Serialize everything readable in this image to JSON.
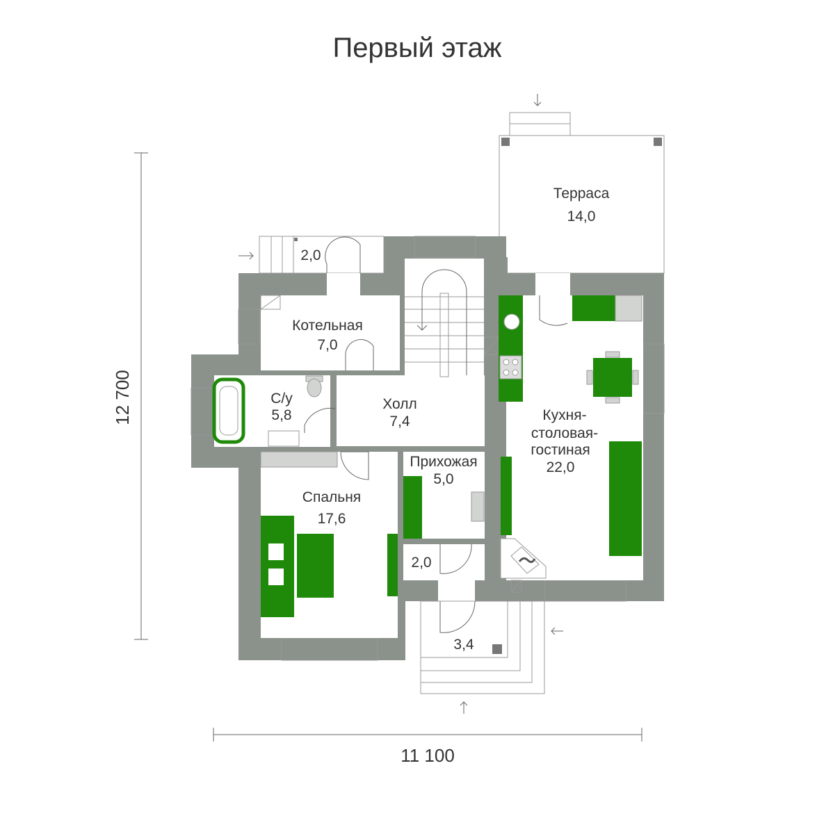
{
  "title": "Первый этаж",
  "dimensions": {
    "height": "12 700",
    "width": "11 100"
  },
  "rooms": [
    {
      "name": "Терраса",
      "area": "14,0"
    },
    {
      "name": "Котельная",
      "area": "7,0"
    },
    {
      "name": "С/у",
      "area": "5,8"
    },
    {
      "name": "Холл",
      "area": "7,4"
    },
    {
      "name": "Кухня-",
      "name2": "столовая-",
      "name3": "гостиная",
      "area": "22,0"
    },
    {
      "name": "Прихожая",
      "area": "5,0"
    },
    {
      "name": "Спальня",
      "area": "17,6"
    }
  ],
  "porch_areas": {
    "side_porch": "2,0",
    "closet": "2,0",
    "entrance_porch": "3,4"
  },
  "colors": {
    "wall": "#8b918b",
    "furniture": "#1f8a0a"
  }
}
